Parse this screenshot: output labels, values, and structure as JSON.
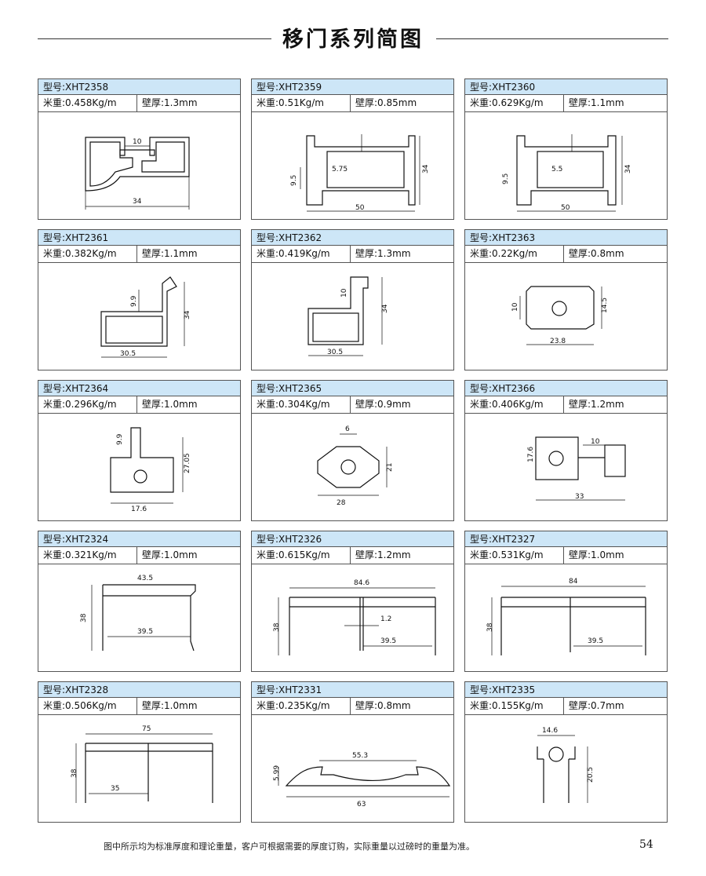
{
  "page": {
    "title": "移门系列简图",
    "footer_note": "图中所示均为标准厚度和理论重量，客户可根据需要的厚度订购，实际重量以过磅时的重量为准。",
    "page_number": "54"
  },
  "profiles": [
    {
      "model": "型号:XHT2358",
      "weight": "米重:0.458Kg/m",
      "thickness": "壁厚:1.3mm",
      "dims": [
        "10",
        "34"
      ]
    },
    {
      "model": "型号:XHT2359",
      "weight": "米重:0.51Kg/m",
      "thickness": "壁厚:0.85mm",
      "dims": [
        "9.5",
        "5.75",
        "34",
        "50"
      ]
    },
    {
      "model": "型号:XHT2360",
      "weight": "米重:0.629Kg/m",
      "thickness": "壁厚:1.1mm",
      "dims": [
        "9.5",
        "5.5",
        "34",
        "50"
      ]
    },
    {
      "model": "型号:XHT2361",
      "weight": "米重:0.382Kg/m",
      "thickness": "壁厚:1.1mm",
      "dims": [
        "9.9",
        "34",
        "30.5"
      ]
    },
    {
      "model": "型号:XHT2362",
      "weight": "米重:0.419Kg/m",
      "thickness": "壁厚:1.3mm",
      "dims": [
        "10",
        "34",
        "30.5"
      ]
    },
    {
      "model": "型号:XHT2363",
      "weight": "米重:0.22Kg/m",
      "thickness": "壁厚:0.8mm",
      "dims": [
        "10",
        "14.5",
        "23.8"
      ]
    },
    {
      "model": "型号:XHT2364",
      "weight": "米重:0.296Kg/m",
      "thickness": "壁厚:1.0mm",
      "dims": [
        "9.9",
        "27.05",
        "17.6"
      ]
    },
    {
      "model": "型号:XHT2365",
      "weight": "米重:0.304Kg/m",
      "thickness": "壁厚:0.9mm",
      "dims": [
        "6",
        "21",
        "28"
      ]
    },
    {
      "model": "型号:XHT2366",
      "weight": "米重:0.406Kg/m",
      "thickness": "壁厚:1.2mm",
      "dims": [
        "10",
        "17.6",
        "33"
      ]
    },
    {
      "model": "型号:XHT2324",
      "weight": "米重:0.321Kg/m",
      "thickness": "壁厚:1.0mm",
      "dims": [
        "43.5",
        "38",
        "39.5"
      ]
    },
    {
      "model": "型号:XHT2326",
      "weight": "米重:0.615Kg/m",
      "thickness": "壁厚:1.2mm",
      "dims": [
        "84.6",
        "38",
        "1.2",
        "39.5"
      ]
    },
    {
      "model": "型号:XHT2327",
      "weight": "米重:0.531Kg/m",
      "thickness": "壁厚:1.0mm",
      "dims": [
        "84",
        "38",
        "39.5"
      ]
    },
    {
      "model": "型号:XHT2328",
      "weight": "米重:0.506Kg/m",
      "thickness": "壁厚:1.0mm",
      "dims": [
        "75",
        "38",
        "35"
      ]
    },
    {
      "model": "型号:XHT2331",
      "weight": "米重:0.235Kg/m",
      "thickness": "壁厚:0.8mm",
      "dims": [
        "55.3",
        "5.99",
        "63"
      ]
    },
    {
      "model": "型号:XHT2335",
      "weight": "米重:0.155Kg/m",
      "thickness": "壁厚:0.7mm",
      "dims": [
        "14.6",
        "20.5"
      ]
    }
  ]
}
